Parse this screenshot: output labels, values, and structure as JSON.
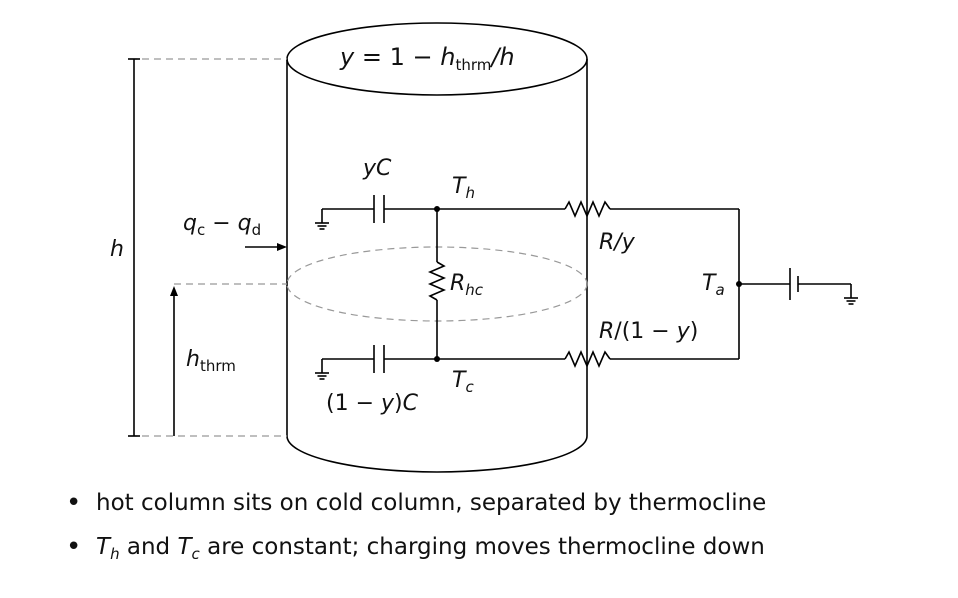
{
  "diagram": {
    "cap_y": "y",
    "cap_eq": " = 1 − ",
    "cap_h": "h",
    "cap_sub": "thrm",
    "cap_slash_h": "/h",
    "h": "h",
    "h_thrm": "h",
    "h_thrm_sub": "thrm",
    "q_c": "q",
    "q_c_sub": "c",
    "minus": " − ",
    "q_d": "q",
    "q_d_sub": "d",
    "yC": "yC",
    "T_h": "T",
    "T_h_sub": "h",
    "R_hc": "R",
    "R_hc_sub": "hc",
    "cold_cap_pre": "(1 − ",
    "cold_cap_y": "y",
    "cold_cap_post": ")",
    "cold_cap_C": "C",
    "T_c": "T",
    "T_c_sub": "c",
    "R_over_y": "R/y",
    "R_over_1my_R": "R",
    "R_over_1my_rest": "/(1 − ",
    "R_over_1my_y": "y",
    "R_over_1my_close": ")",
    "T_a": "T",
    "T_a_sub": "a"
  },
  "bullets": [
    {
      "text": "hot column sits on cold column, separated by thermocline"
    },
    {
      "t1": "T",
      "t1sub": "h",
      "and": " and ",
      "t2": "T",
      "t2sub": "c",
      "rest": " are constant; charging moves thermocline down"
    }
  ]
}
